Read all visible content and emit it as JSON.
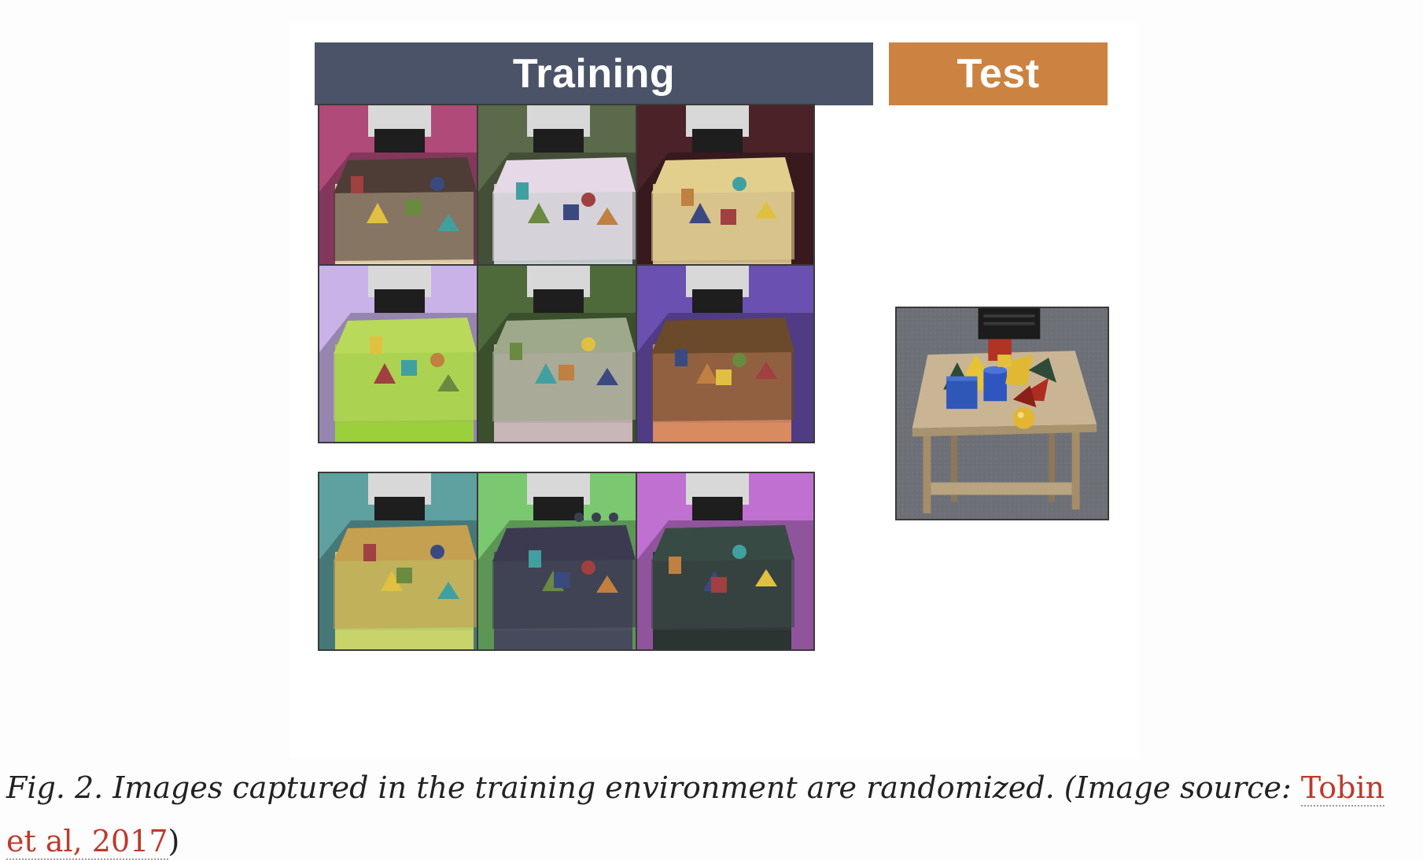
{
  "figure": {
    "headers": {
      "training": {
        "label": "Training",
        "color": "#4b5368"
      },
      "test": {
        "label": "Test",
        "color": "#cc8341"
      }
    },
    "training_panels": [
      {
        "bg": "#b04a78",
        "table": "#e8d9b0",
        "top": "#4d3d36"
      },
      {
        "bg": "#5a6a4a",
        "table": "#c9d4d8",
        "top": "#e6d8e6"
      },
      {
        "bg": "#4a2228",
        "table": "#d9c491",
        "top": "#e2cf8e"
      },
      {
        "bg": "#c8b2e8",
        "table": "#9ccf3c",
        "top": "#b8d95a"
      },
      {
        "bg": "#4e6a3a",
        "table": "#c8b6b8",
        "top": "#9ea88a"
      },
      {
        "bg": "#6a50b0",
        "table": "#d88a60",
        "top": "#6a4a2a"
      },
      {
        "bg": "#5fa0a0",
        "table": "#c8d46a",
        "top": "#c4a050"
      },
      {
        "bg": "#7ac870",
        "table": "#464a5c",
        "top": "#3c3a50"
      },
      {
        "bg": "#c070d0",
        "table": "#2a3430",
        "top": "#384a44"
      }
    ],
    "ellipsis_color": "#3a4050",
    "test_photo": {
      "floor": "#6e7078",
      "table": "#c9b594"
    }
  },
  "caption": {
    "prefix": "Fig. 2. Images captured in the training environment are randomized. (Image source: ",
    "link_text": "Tobin et al, 2017",
    "suffix": ")",
    "link_color": "#c0392b"
  }
}
